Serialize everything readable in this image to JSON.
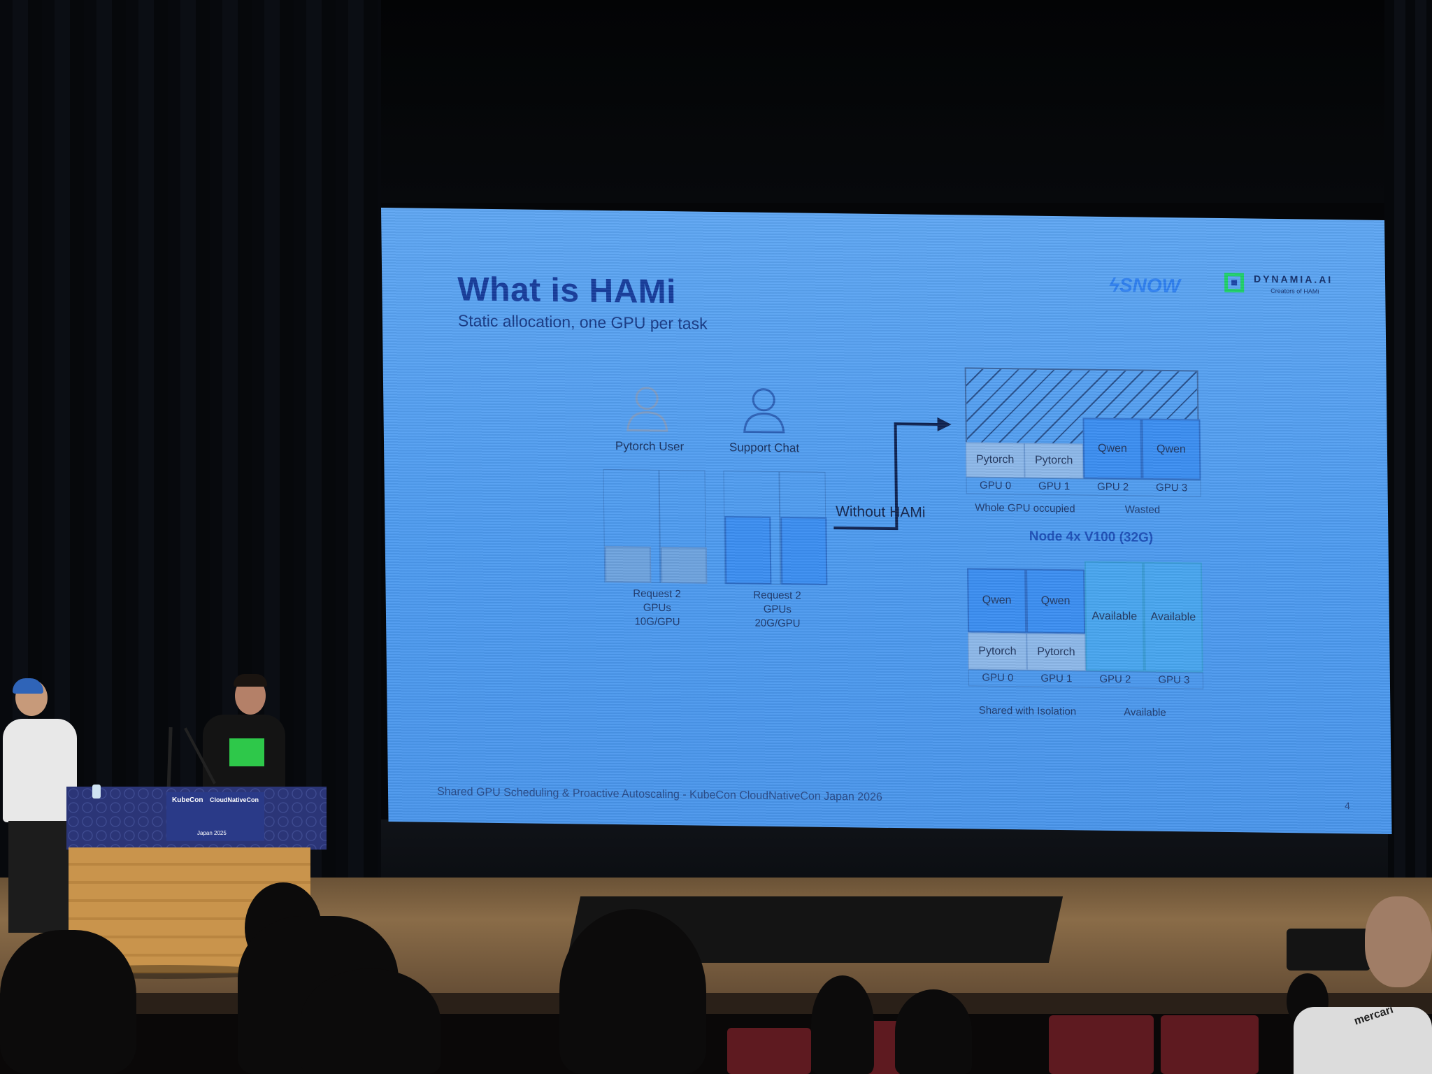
{
  "slide": {
    "title": "What is HAMi",
    "subtitle": "Static allocation, one GPU per task",
    "logos": {
      "snow": "SNOW",
      "dynamia": "DYNAMIA.AI",
      "dynamia_tagline": "Creators of",
      "hami_mark": "HAMi"
    },
    "users": [
      {
        "label": "Pytorch User",
        "request": [
          "Request 2",
          "GPUs",
          "10G/GPU"
        ]
      },
      {
        "label": "Support Chat",
        "request": [
          "Request 2",
          "GPUs",
          "20G/GPU"
        ]
      }
    ],
    "arrow_label": "Without HAMi",
    "top_diagram": {
      "cells": [
        "Pytorch",
        "Pytorch",
        "Qwen",
        "Qwen"
      ],
      "gpus": [
        "GPU 0",
        "GPU 1",
        "GPU 2",
        "GPU 3"
      ],
      "captions": [
        "Whole GPU occupied",
        "Wasted"
      ]
    },
    "node_label": "Node 4x V100 (32G)",
    "bottom_diagram": {
      "top_cells": [
        "Qwen",
        "Qwen",
        "Available",
        "Available"
      ],
      "lower_cells": [
        "Pytorch",
        "Pytorch"
      ],
      "gpus": [
        "GPU 0",
        "GPU 1",
        "GPU 2",
        "GPU 3"
      ],
      "captions": [
        "Shared with Isolation",
        "Available"
      ]
    },
    "footer": "Shared GPU Scheduling & Proactive Autoscaling - KubeCon CloudNativeCon Japan 2026",
    "page_number": "4"
  },
  "podium": {
    "left_sign": "KubeCon",
    "right_sign": "CloudNativeCon",
    "location": "Japan 2025"
  },
  "audience": {
    "shirt_text": "mercari"
  },
  "colors": {
    "slide_bg": "#5ea6f3",
    "title": "#163c9c",
    "node_label": "#1e50b8",
    "podium": "#2b3577",
    "wood": "#c9944c"
  }
}
